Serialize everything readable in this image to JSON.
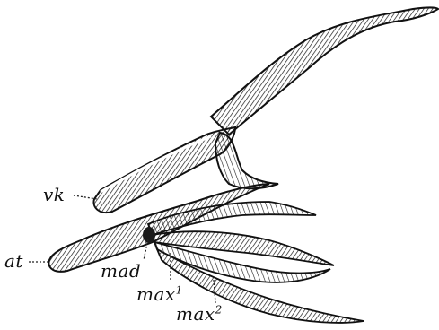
{
  "labels": {
    "vk": "vk",
    "at": "at",
    "mad": "mad",
    "max1_base": "max",
    "max1_sup": "1",
    "max2_base": "max",
    "max2_sup": "2"
  }
}
